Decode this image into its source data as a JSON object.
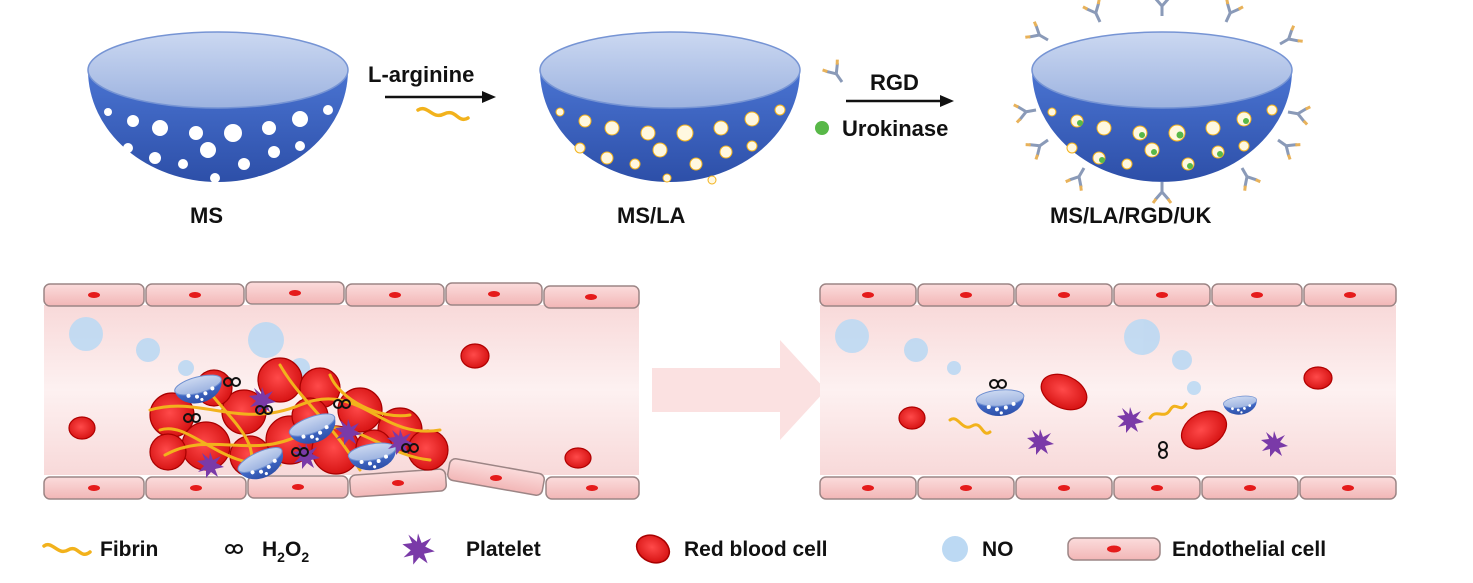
{
  "stage_labels": {
    "ms": "MS",
    "ms_la": "MS/LA",
    "ms_la_rgd_uk": "MS/LA/RGD/UK"
  },
  "step_labels": {
    "l_arginine": "L-arginine",
    "rgd": "RGD",
    "urokinase": "Urokinase"
  },
  "legend": {
    "fibrin": "Fibrin",
    "h2o2": {
      "base": "H",
      "sub1": "2",
      "mid": "O",
      "sub2": "2"
    },
    "platelet": "Platelet",
    "red_blood_cell": "Red blood cell",
    "no": "NO",
    "endothelial_cell": "Endothelial cell"
  },
  "colors": {
    "sphere_blue": "#3a62c4",
    "sphere_top": "#b6c8ea",
    "pore": "#ffffff",
    "fibrin": "#f2b21c",
    "platelet": "#7a3aa8",
    "rbc": "#e51b1b",
    "no_bubble": "#bcd9f3",
    "endothelial": "#f6c6c6",
    "vessel_lumen": "#fbe4e4",
    "urokinase": "#58b848",
    "antibody": "#8a9ab8"
  }
}
